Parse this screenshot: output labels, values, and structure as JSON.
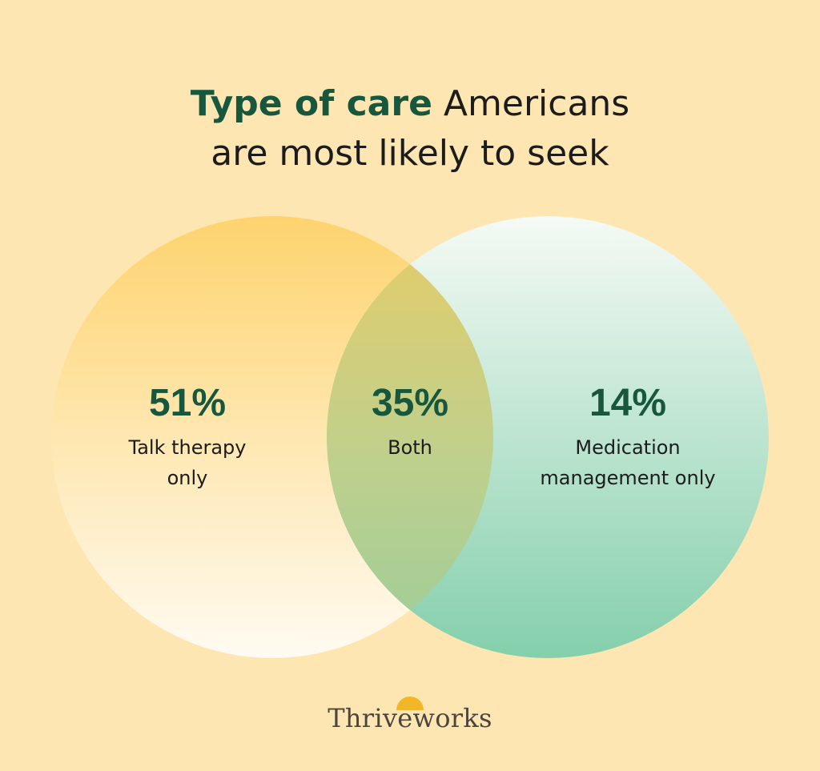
{
  "title": {
    "highlight": "Type of care",
    "rest_line1": " Americans",
    "line2": "are most likely to seek"
  },
  "regions": [
    {
      "value": "51%",
      "label_line1": "Talk therapy",
      "label_line2": "only"
    },
    {
      "value": "35%",
      "label_line1": "Both",
      "label_line2": ""
    },
    {
      "value": "14%",
      "label_line1": "Medication",
      "label_line2": "management only"
    }
  ],
  "brand": {
    "name": "Thriveworks"
  },
  "colors": {
    "background": "#fde6b1",
    "accent_green": "#17573d",
    "left_circle_top": "#fdd36e",
    "right_circle_bottom": "#84cfac",
    "sun": "#f2b727"
  }
}
